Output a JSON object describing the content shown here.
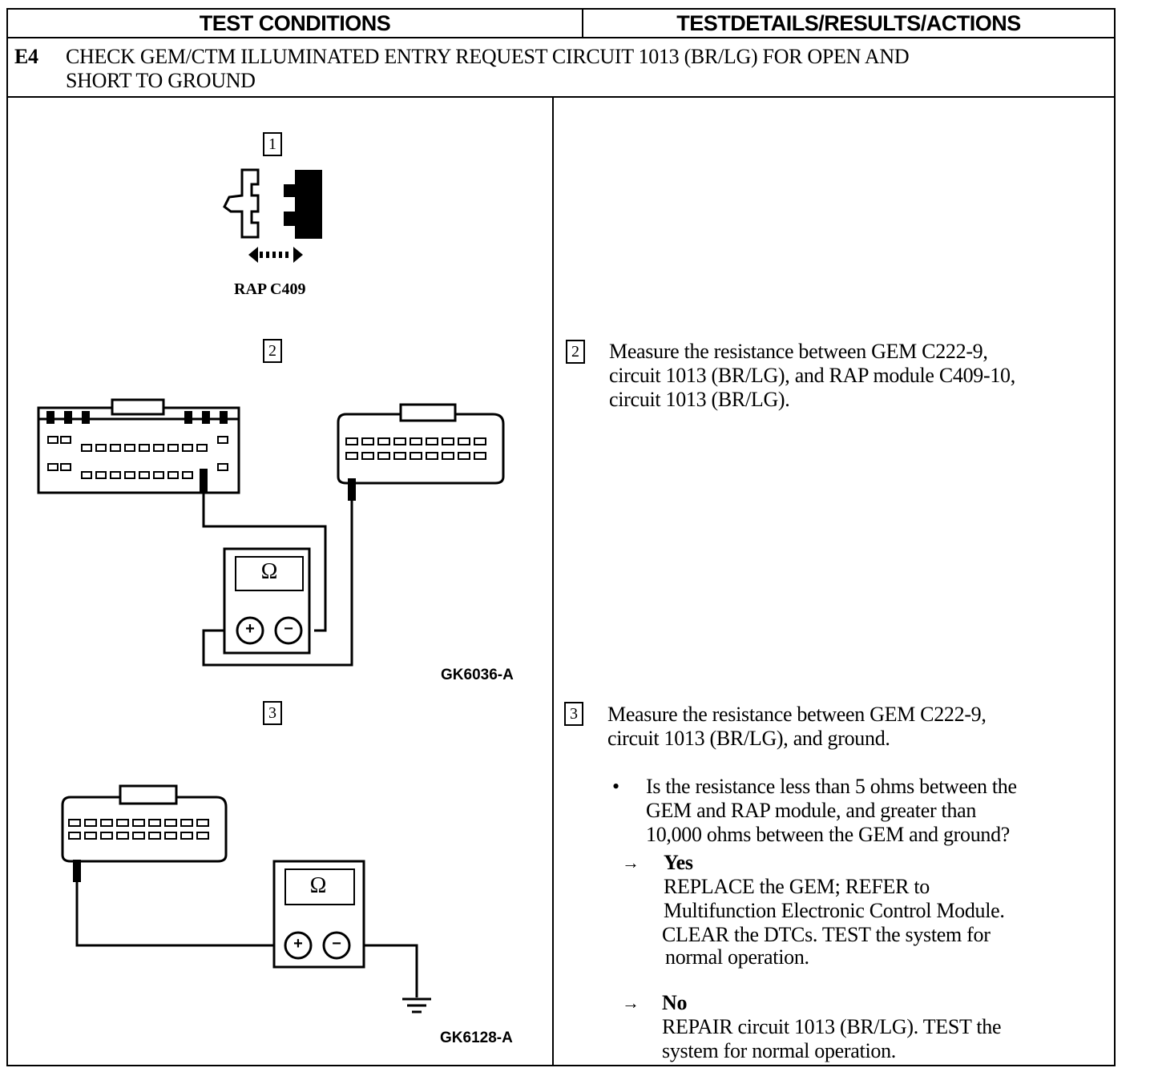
{
  "header": {
    "left": "TEST CONDITIONS",
    "right": "TESTDETAILS/RESULTS/ACTIONS"
  },
  "step_title": {
    "id": "E4",
    "line1": "CHECK GEM/CTM ILLUMINATED ENTRY REQUEST CIRCUIT 1013 (BR/LG) FOR OPEN AND",
    "line2": "SHORT TO GROUND"
  },
  "left": {
    "step1_num": "1",
    "connector_caption": "RAP C409",
    "step2_num": "2",
    "step3_num": "3",
    "ohm_symbol": "Ω",
    "plus": "+",
    "minus": "−",
    "fig1_id": "GK6036-A",
    "fig2_id": "GK6128-A"
  },
  "right": {
    "step2_num": "2",
    "step2_lines": [
      "Measure the resistance between GEM C222-9,",
      "circuit 1013 (BR/LG), and RAP module C409-10,",
      "circuit 1013 (BR/LG)."
    ],
    "step3_num": "3",
    "step3_lines": [
      "Measure the resistance between GEM C222-9,",
      "circuit 1013 (BR/LG), and ground."
    ],
    "bullet": "•",
    "question_lines": [
      "Is the resistance less than 5 ohms between the",
      "GEM and RAP module, and greater than",
      "10,000 ohms between the GEM and ground?"
    ],
    "arrow": "→",
    "yes_label": "Yes",
    "yes_lines": [
      "REPLACE the GEM; REFER to",
      "Multifunction Electronic Control Module.",
      "CLEAR the DTCs. TEST the system  for",
      "normal operation."
    ],
    "no_label": "No",
    "no_lines": [
      "REPAIR circuit 1013 (BR/LG). TEST the",
      "system for normal operation."
    ]
  }
}
